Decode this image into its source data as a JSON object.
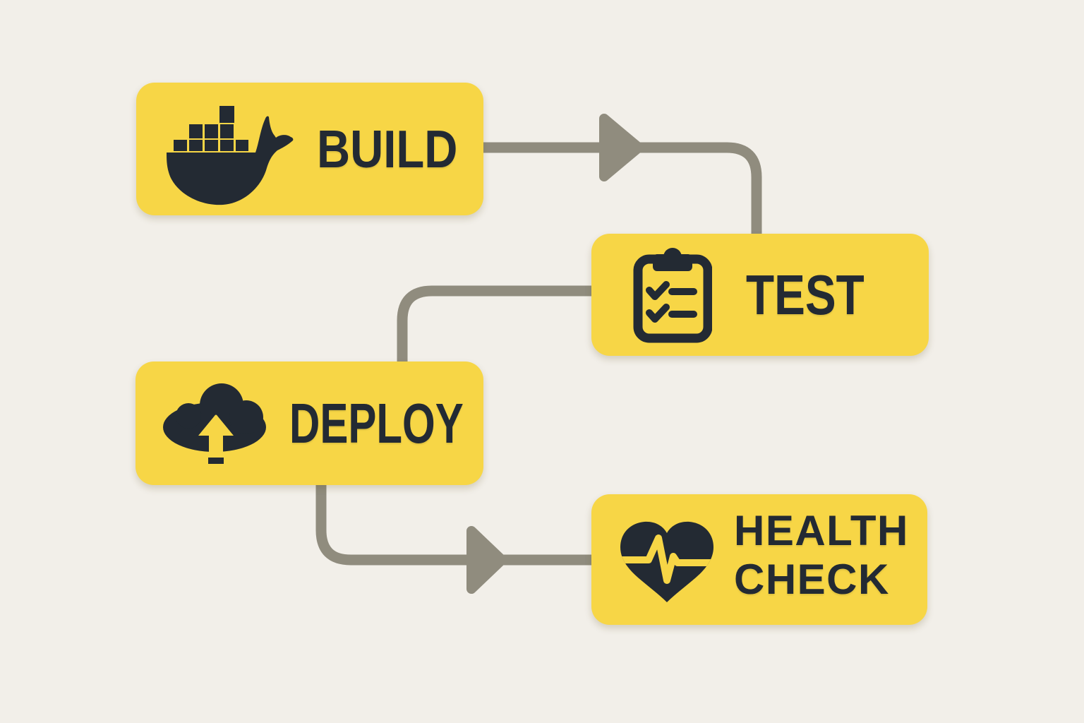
{
  "palette": {
    "background": "#F2EFE9",
    "node_fill": "#F7D646",
    "text_and_icons": "#232A33",
    "connector": "#908C7E"
  },
  "diagram": {
    "type": "flowchart",
    "nodes": [
      {
        "id": "build",
        "label": "BUILD",
        "icon": "docker-whale-icon"
      },
      {
        "id": "test",
        "label": "TEST",
        "icon": "clipboard-checklist-icon"
      },
      {
        "id": "deploy",
        "label": "DEPLOY",
        "icon": "cloud-upload-icon"
      },
      {
        "id": "health-check",
        "label": "HEALTH CHECK",
        "lines": [
          "HEALTH",
          "CHECK"
        ],
        "icon": "heartbeat-icon"
      }
    ],
    "edges": [
      {
        "from": "build",
        "to": "test",
        "arrowhead": true
      },
      {
        "from": "test",
        "to": "deploy",
        "arrowhead": false
      },
      {
        "from": "deploy",
        "to": "health-check",
        "arrowhead": true
      }
    ]
  }
}
